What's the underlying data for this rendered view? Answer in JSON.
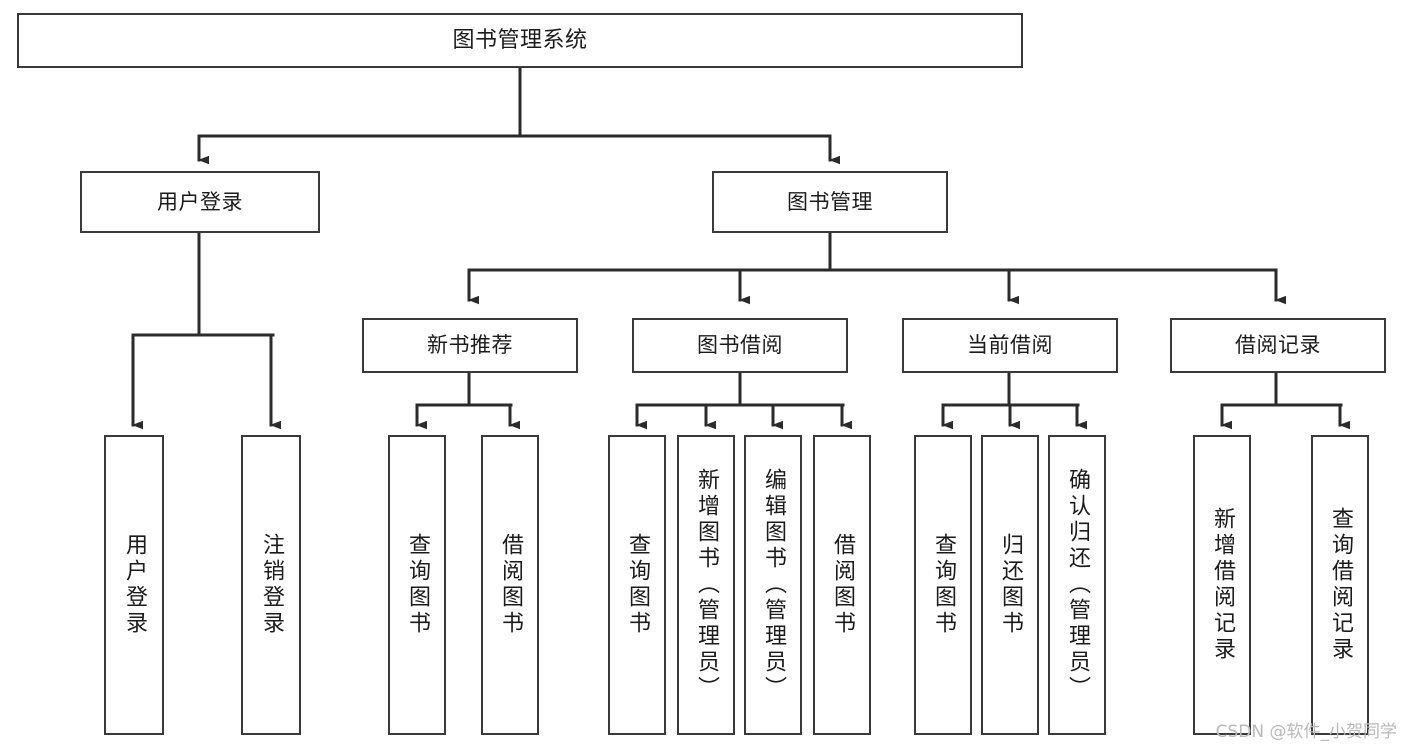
{
  "diagram": {
    "title": "图书管理系统",
    "type": "tree-structure-chart",
    "colors": {
      "box_border": "#3a3a3a",
      "box_fill": "#ffffff",
      "connector": "#2b2b2b",
      "text": "#1b1b1b",
      "watermark": "#b9b9b9",
      "background": "#ffffff"
    },
    "root": {
      "label": "图书管理系统"
    },
    "level2": [
      {
        "label": "用户登录"
      },
      {
        "label": "图书管理"
      }
    ],
    "level3": [
      {
        "label": "新书推荐"
      },
      {
        "label": "图书借阅"
      },
      {
        "label": "当前借阅"
      },
      {
        "label": "借阅记录"
      }
    ],
    "leaves": {
      "user_login": [
        {
          "label": "用户登录"
        },
        {
          "label": "注销登录"
        }
      ],
      "new_book_recommend": [
        {
          "label": "查询图书"
        },
        {
          "label": "借阅图书"
        }
      ],
      "book_borrow": [
        {
          "label": "查询图书"
        },
        {
          "label": "新增图书（管理员）"
        },
        {
          "label": "编辑图书（管理员）"
        },
        {
          "label": "借阅图书"
        }
      ],
      "current_borrow": [
        {
          "label": "查询图书"
        },
        {
          "label": "归还图书"
        },
        {
          "label": "确认归还（管理员）"
        }
      ],
      "borrow_record": [
        {
          "label": "新增借阅记录"
        },
        {
          "label": "查询借阅记录"
        }
      ]
    },
    "watermark": "CSDN @软件_小贺同学"
  }
}
